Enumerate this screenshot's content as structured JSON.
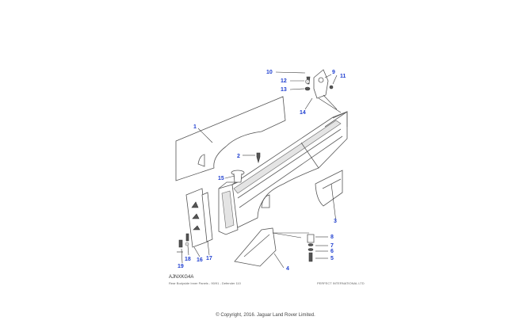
{
  "diagram_code": "AJNXKG4A",
  "caption_left": "Rear Bodyside Inner Panels - 90/91 - Defender 110",
  "caption_right": "PERFECT INTERNATIONAL LTD",
  "copyright": "© Copyright, 2016. Jaguar Land Rover Limited.",
  "callouts": [
    "1",
    "2",
    "3",
    "4",
    "5",
    "6",
    "7",
    "8",
    "9",
    "10",
    "11",
    "12",
    "13",
    "14",
    "15",
    "16",
    "17",
    "18",
    "19"
  ]
}
